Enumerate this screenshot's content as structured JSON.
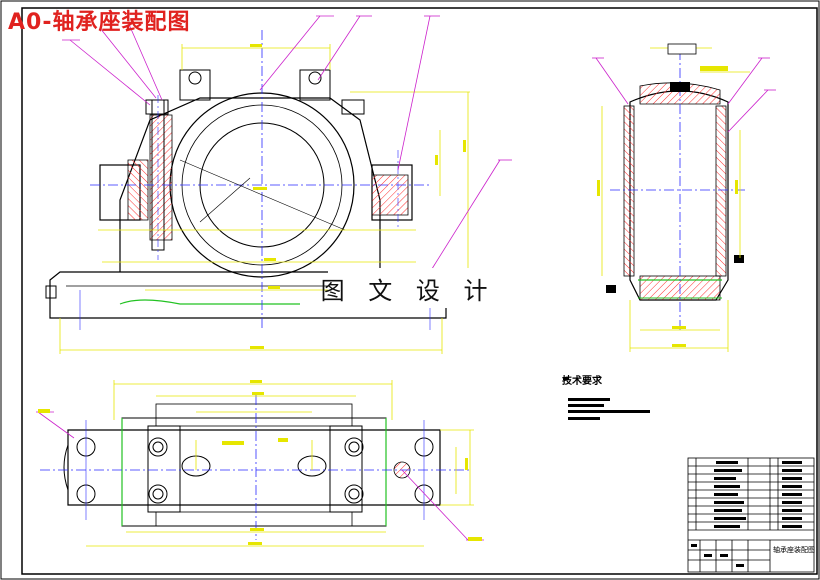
{
  "drawing": {
    "title": "A0-轴承座装配图",
    "watermark": "图 文 设 计",
    "tech_requirements_heading": "技术要求",
    "title_block_name": "轴承座装配图",
    "colors": {
      "line": "#000000",
      "dimension": "#e6e600",
      "center": "#2a2aff",
      "leader": "#cc22cc",
      "green": "#22c222",
      "hatch": "#ff3030",
      "title": "#e0221f"
    }
  }
}
